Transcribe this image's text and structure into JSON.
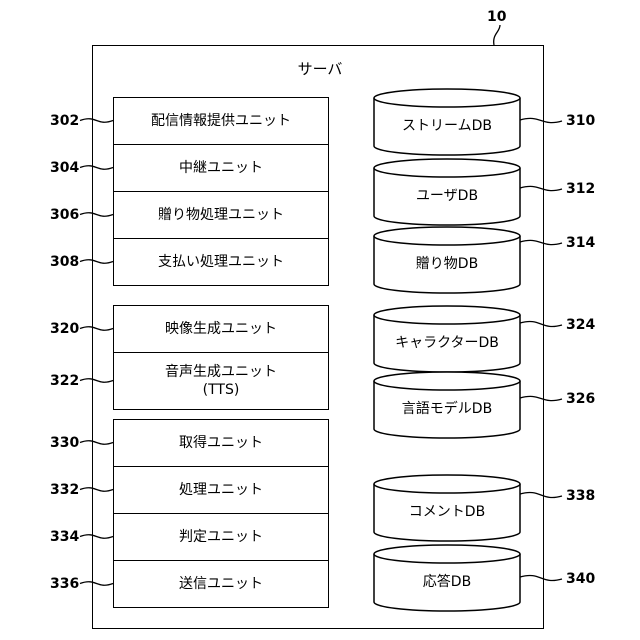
{
  "figure_ref": "10",
  "server": {
    "title": "サーバ"
  },
  "unit_groups": [
    {
      "units": [
        {
          "ref": "302",
          "label": "配信情報提供ユニット"
        },
        {
          "ref": "304",
          "label": "中継ユニット"
        },
        {
          "ref": "306",
          "label": "贈り物処理ユニット"
        },
        {
          "ref": "308",
          "label": "支払い処理ユニット"
        }
      ]
    },
    {
      "units": [
        {
          "ref": "320",
          "label": "映像生成ユニット"
        },
        {
          "ref": "322",
          "label": "音声生成ユニット\n(TTS)"
        }
      ]
    },
    {
      "units": [
        {
          "ref": "330",
          "label": "取得ユニット"
        },
        {
          "ref": "332",
          "label": "処理ユニット"
        },
        {
          "ref": "334",
          "label": "判定ユニット"
        },
        {
          "ref": "336",
          "label": "送信ユニット"
        }
      ]
    }
  ],
  "databases": [
    {
      "ref": "310",
      "label": "ストリームDB"
    },
    {
      "ref": "312",
      "label": "ユーザDB"
    },
    {
      "ref": "314",
      "label": "贈り物DB"
    },
    {
      "ref": "324",
      "label": "キャラクターDB"
    },
    {
      "ref": "326",
      "label": "言語モデルDB"
    },
    {
      "ref": "338",
      "label": "コメントDB"
    },
    {
      "ref": "340",
      "label": "応答DB"
    }
  ]
}
